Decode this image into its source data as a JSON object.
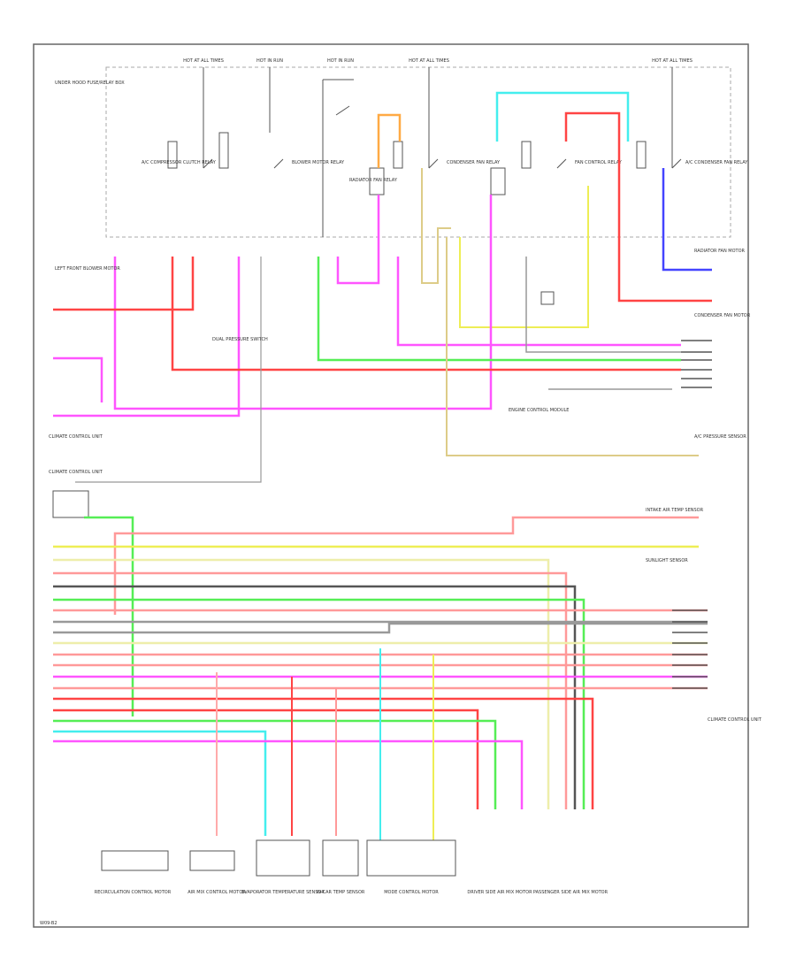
{
  "colors": {
    "pink": "#ff55ff",
    "red": "#ff4444",
    "green": "#55ee55",
    "yellow": "#eeee55",
    "light_yellow": "#eeeeaa",
    "blue": "#4444ff",
    "cyan": "#44eeee",
    "orange": "#ffaa44",
    "tan": "#ddcc88",
    "gray": "#999999",
    "dark_gray": "#555555",
    "light_red": "#ff9999",
    "light_pink": "#ffaaaa",
    "frame": "#666666",
    "dashed": "#aaaaaa"
  },
  "labels": {
    "fuse_1": "HOT AT ALL TIMES",
    "fuse_2": "HOT IN RUN",
    "fuse_3": "HOT IN RUN",
    "fuse_4": "HOT AT ALL TIMES",
    "fuse_5": "HOT AT ALL TIMES",
    "left_relay_box": "UNDER HOOD FUSE/RELAY BOX",
    "comp_relay": "A/C COMPRESSOR CLUTCH RELAY",
    "blower_relay": "BLOWER MOTOR RELAY",
    "fan_relay_1": "RADIATOR FAN RELAY",
    "fan_relay_2": "CONDENSER FAN RELAY",
    "fan_control": "FAN CONTROL RELAY",
    "cond_fan_relay": "A/C CONDENSER FAN RELAY",
    "left_sensor": "LEFT FRONT BLOWER MOTOR",
    "dual_pressure": "DUAL PRESSURE SWITCH",
    "ecm": "ENGINE CONTROL MODULE",
    "left_conn_1": "CLIMATE CONTROL UNIT",
    "left_conn_2": "CLIMATE CONTROL UNIT",
    "right_module_1": "RADIATOR FAN MOTOR",
    "right_module_2": "CONDENSER FAN MOTOR",
    "right_module_3": "A/C PRESSURE SENSOR",
    "right_module_4": "INTAKE AIR TEMP SENSOR",
    "right_module_5": "SUNLIGHT SENSOR",
    "right_module_6": "CLIMATE CONTROL UNIT",
    "bottom_1": "RECIRCULATION CONTROL MOTOR",
    "bottom_2": "AIR MIX CONTROL MOTOR",
    "bottom_3": "EVAPORATOR TEMPERATURE SENSOR",
    "bottom_4": "IN-CAR TEMP SENSOR",
    "bottom_5": "MODE CONTROL MOTOR",
    "bottom_6": "DRIVER SIDE AIR MIX MOTOR",
    "bottom_7": "PASSENGER SIDE AIR MIX MOTOR",
    "corner": "W09-B2"
  }
}
